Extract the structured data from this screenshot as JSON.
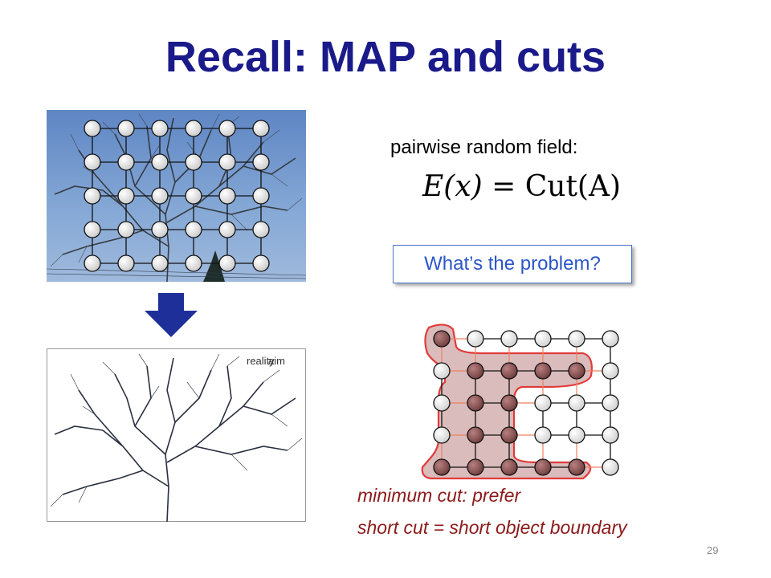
{
  "slide": {
    "title": "Recall: MAP and cuts",
    "page_number": "29"
  },
  "right": {
    "label": "pairwise random field:",
    "formula": {
      "lhs": "E(x)",
      "eq": " = ",
      "rhs": "Cut(A)"
    },
    "problem_box": "What’s the problem?",
    "caption_line1": "minimum cut: prefer",
    "caption_line2": "short cut = short object boundary"
  },
  "bottom_image": {
    "overlay_words": [
      "reality",
      "aim"
    ]
  },
  "colors": {
    "title": "#1a1a8a",
    "accent_blue": "#2b56c8",
    "caption": "#8b1a1a",
    "arrow": "#1f2f99",
    "cut_region": "#d9b9b9",
    "cut_outline": "#e03030",
    "edge_red": "#f08060",
    "node_dark": "#8a5454"
  },
  "grids": {
    "top": {
      "rows": 5,
      "cols": 6
    },
    "right": {
      "rows": 5,
      "cols": 6,
      "labels": [
        [
          1,
          0,
          0,
          0,
          0,
          0
        ],
        [
          0,
          1,
          1,
          1,
          1,
          0
        ],
        [
          0,
          1,
          1,
          0,
          0,
          0
        ],
        [
          0,
          1,
          1,
          0,
          0,
          0
        ],
        [
          1,
          1,
          1,
          1,
          1,
          0
        ]
      ]
    }
  }
}
